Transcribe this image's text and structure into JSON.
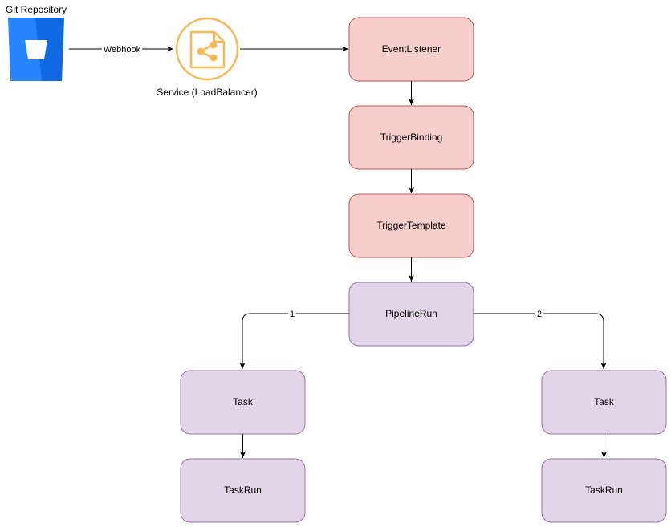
{
  "colors": {
    "trigger_fill": "#f8cecc",
    "trigger_stroke": "#b85450",
    "pipeline_fill": "#e1d5e7",
    "pipeline_stroke": "#9673a6",
    "service_icon": "#f7b955",
    "git_logo": "#2684ff",
    "edge": "#000000"
  },
  "git_repository": {
    "label": "Git Repository",
    "icon": "bitbucket-logo"
  },
  "service": {
    "label": "Service (LoadBalancer)",
    "icon": "share-file-icon"
  },
  "edges": {
    "webhook_label": "Webhook",
    "branch_1_label": "1",
    "branch_2_label": "2"
  },
  "nodes": {
    "event_listener": "EventListener",
    "trigger_binding": "TriggerBinding",
    "trigger_template": "TriggerTemplate",
    "pipeline_run": "PipelineRun",
    "task_left": "Task",
    "taskrun_left": "TaskRun",
    "task_right": "Task",
    "taskrun_right": "TaskRun"
  }
}
